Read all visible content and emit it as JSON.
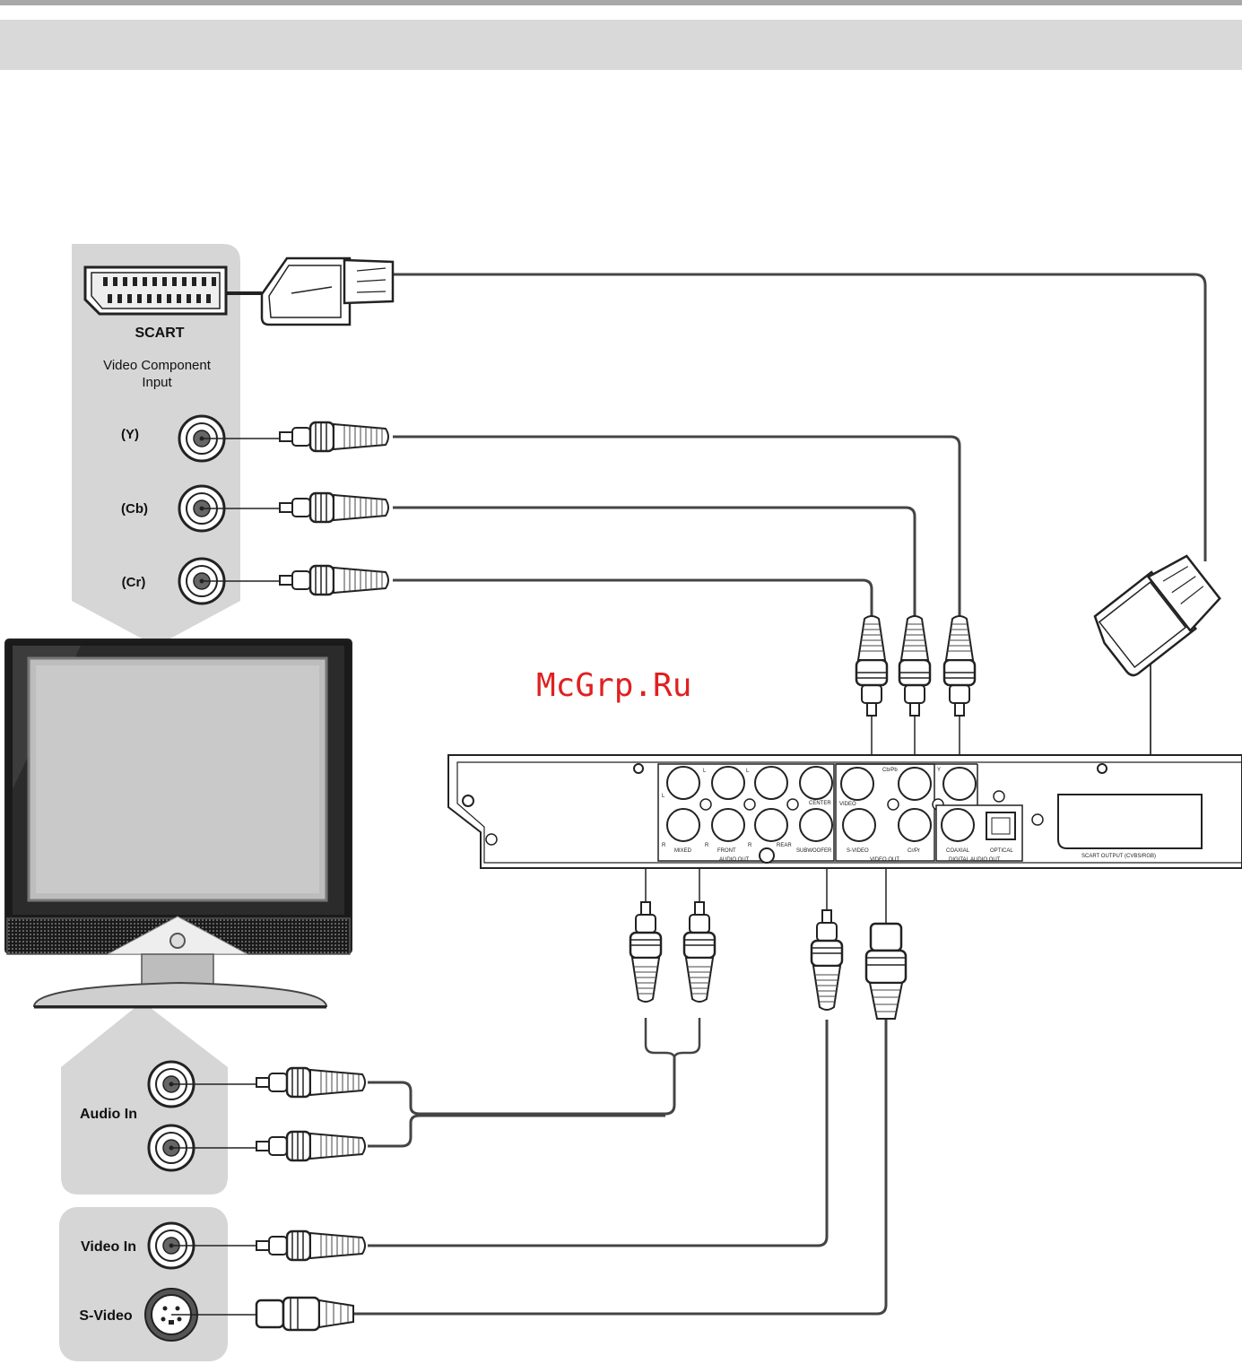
{
  "tv_panel": {
    "scart_label": "SCART",
    "component_label_line1": "Video Component",
    "component_label_line2": "Input",
    "y_label": "(Y)",
    "cb_label": "(Cb)",
    "cr_label": "(Cr)",
    "audio_in_label": "Audio In",
    "video_in_label": "Video In",
    "svideo_label": "S-Video"
  },
  "watermark": "McGrp.Ru",
  "player_panel": {
    "audio_out": "AUDIO OUT",
    "video_out": "VIDEO OUT",
    "digital_audio_out": "DIGITAL AUDIO OUT",
    "scart_output": "SCART OUTPUT (CVBS/RGB)",
    "l1": "L",
    "l2": "L",
    "l3": "L",
    "r1": "R",
    "r2": "R",
    "r3": "R",
    "mixed": "MIXED",
    "front": "FRONT",
    "rear": "REAR",
    "center": "CENTER",
    "subwoofer": "SUBWOOFER",
    "video": "VIDEO",
    "s_video": "S-VIDEO",
    "cb_pb": "Cb/Pb",
    "cr_pr": "Cr/Pr",
    "y": "Y",
    "coaxial": "COAXIAL",
    "optical": "OPTICAL"
  }
}
